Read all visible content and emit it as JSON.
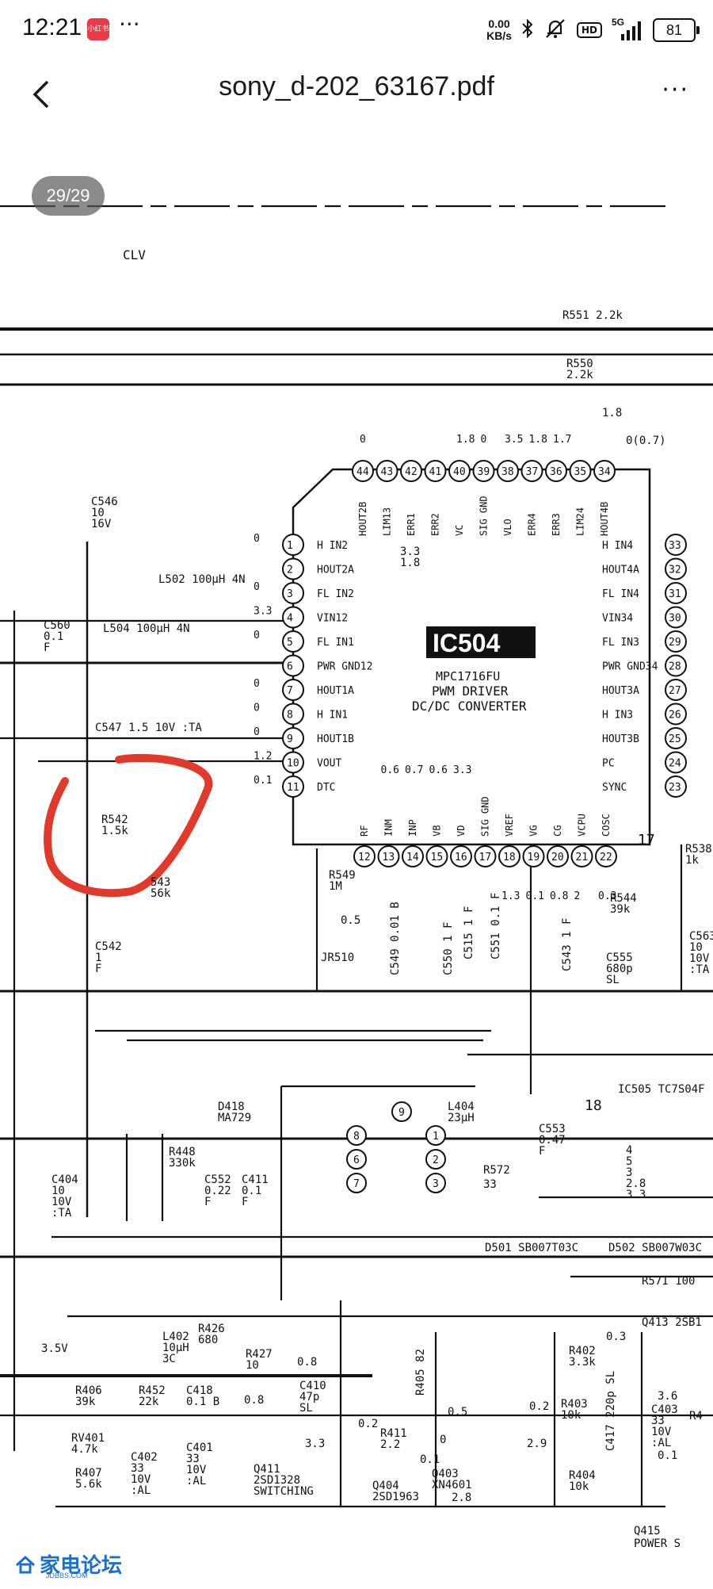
{
  "status_bar": {
    "time": "12:21",
    "app_badge": "小红书",
    "more": "···",
    "net_speed_value": "0.00",
    "net_speed_unit": "KB/s",
    "hd": "HD",
    "network": "5G",
    "battery": "81"
  },
  "header": {
    "title": "sony_d-202_63167.pdf",
    "overflow": "···"
  },
  "page_indicator": "29/29",
  "schematic": {
    "clv": "CLV",
    "ic504_name": "IC504",
    "ic504_part": "MPC1716FU",
    "ic504_desc1": "PWM DRIVER",
    "ic504_desc2": "DC/DC CONVERTER",
    "left_pins": [
      {
        "num": "1",
        "name": "H IN2",
        "v": "0"
      },
      {
        "num": "2",
        "name": "HOUT2A",
        "v": ""
      },
      {
        "num": "3",
        "name": "FL IN2",
        "v": "0"
      },
      {
        "num": "4",
        "name": "VIN12",
        "v": "3.3"
      },
      {
        "num": "5",
        "name": "FL IN1",
        "v": "0"
      },
      {
        "num": "6",
        "name": "PWR GND12",
        "v": ""
      },
      {
        "num": "7",
        "name": "HOUT1A",
        "v": "0"
      },
      {
        "num": "8",
        "name": "H IN1",
        "v": "0"
      },
      {
        "num": "9",
        "name": "HOUT1B",
        "v": "0"
      },
      {
        "num": "10",
        "name": "VOUT",
        "v": "1.2"
      },
      {
        "num": "11",
        "name": "DTC",
        "v": "0.1"
      }
    ],
    "right_pins": [
      {
        "num": "33",
        "name": "H IN4"
      },
      {
        "num": "32",
        "name": "HOUT4A"
      },
      {
        "num": "31",
        "name": "FL IN4"
      },
      {
        "num": "30",
        "name": "VIN34"
      },
      {
        "num": "29",
        "name": "FL IN3"
      },
      {
        "num": "28",
        "name": "PWR GND34"
      },
      {
        "num": "27",
        "name": "HOUT3A"
      },
      {
        "num": "26",
        "name": "H IN3"
      },
      {
        "num": "25",
        "name": "HOUT3B"
      },
      {
        "num": "24",
        "name": "PC"
      },
      {
        "num": "23",
        "name": "SYNC"
      }
    ],
    "top_pins": [
      {
        "num": "44",
        "name": "HOUT2B",
        "v": "0"
      },
      {
        "num": "43",
        "name": "LIM13",
        "v": ""
      },
      {
        "num": "42",
        "name": "ERR1",
        "v": ""
      },
      {
        "num": "41",
        "name": "ERR2",
        "v": ""
      },
      {
        "num": "40",
        "name": "VC",
        "v": "1.8"
      },
      {
        "num": "39",
        "name": "SIG GND",
        "v": "0"
      },
      {
        "num": "38",
        "name": "VLO",
        "v": "3.5"
      },
      {
        "num": "37",
        "name": "ERR4",
        "v": "1.8"
      },
      {
        "num": "36",
        "name": "ERR3",
        "v": "1.7"
      },
      {
        "num": "35",
        "name": "LIM24",
        "v": ""
      },
      {
        "num": "34",
        "name": "HOUT4B",
        "v": ""
      }
    ],
    "bottom_pins": [
      {
        "num": "12",
        "name": "RF",
        "v": ""
      },
      {
        "num": "13",
        "name": "INM",
        "v": "0.6"
      },
      {
        "num": "14",
        "name": "INP",
        "v": "0.7"
      },
      {
        "num": "15",
        "name": "VB",
        "v": "0.6"
      },
      {
        "num": "16",
        "name": "VD",
        "v": "3.3"
      },
      {
        "num": "17",
        "name": "SIG GND",
        "v": ""
      },
      {
        "num": "18",
        "name": "VREF",
        "v": "1.3"
      },
      {
        "num": "19",
        "name": "VG",
        "v": "0.1"
      },
      {
        "num": "20",
        "name": "CG",
        "v": "0.8"
      },
      {
        "num": "21",
        "name": "VCPU",
        "v": "2"
      },
      {
        "num": "22",
        "name": "COSC",
        "v": "0.3"
      }
    ],
    "top_extra_v": [
      "3.3",
      "1.8"
    ],
    "v_0_7": "0(0.7)",
    "v_1_8": "1.8",
    "r551": "R551  2.2k",
    "r550a": "R550",
    "r550b": "2.2k",
    "c546": [
      "C546",
      "10",
      "16V"
    ],
    "l502": "L502  100µH  4N",
    "l504": "L504  100µH  4N",
    "c560": [
      "C560",
      "0.1",
      "F"
    ],
    "c547": "C547  1.5  10V  :TA",
    "r542": [
      "R542",
      "1.5k"
    ],
    "r543": [
      "543",
      "56k"
    ],
    "c542": [
      "C542",
      "1",
      "F"
    ],
    "r549": [
      "R549",
      "1M"
    ],
    "v05": "0.5",
    "jr510": "JR510",
    "c549": "C549  0.01 B",
    "c550": "C550  1 F",
    "c515": "C515  1 F",
    "c551": "C551  0.1 F",
    "c543": "C543  1 F",
    "r544": [
      "R544",
      "39k"
    ],
    "c555": [
      "C555",
      "680p",
      "SL"
    ],
    "r538": [
      "R538",
      "1k"
    ],
    "c563": [
      "C563",
      "10",
      "10V",
      ":TA"
    ],
    "marker17": "17",
    "marker18": "18",
    "d418": [
      "D418",
      "MA729"
    ],
    "r448": [
      "R448",
      "330k"
    ],
    "l404": [
      "L404",
      "23µH"
    ],
    "c404": [
      "C404",
      "10",
      "10V",
      ":TA"
    ],
    "c552": [
      "C552",
      "0.22",
      "F"
    ],
    "c411": [
      "C411",
      "0.1",
      "F"
    ],
    "transformer_pins": [
      "9",
      "8",
      "1",
      "6",
      "2",
      "7",
      "3"
    ],
    "r572": [
      "R572",
      "33"
    ],
    "c553": [
      "C553",
      "0.47",
      "F"
    ],
    "ic505": "IC505  TC7S04F",
    "ic505_pins": [
      "4",
      "5",
      "3",
      "2.8",
      "3.3"
    ],
    "d501": "D501  SB007T03C",
    "d502": "D502  SB007W03C",
    "r571": "R571  100",
    "q413": "Q413  2SB1",
    "v_3_5v": "3.5V",
    "l402": [
      "L402",
      "10µH",
      "3C"
    ],
    "r426": [
      "R426",
      "680"
    ],
    "r427": [
      "R427",
      "10"
    ],
    "v08a": "0.8",
    "v08b": "0.8",
    "c410": [
      "C410",
      "47p",
      "SL"
    ],
    "r406": [
      "R406",
      "39k"
    ],
    "r452": [
      "R452",
      "22k"
    ],
    "c418": [
      "C418",
      "0.1 B"
    ],
    "rv401": [
      "RV401",
      "4.7k"
    ],
    "r407": [
      "R407",
      "5.6k"
    ],
    "c402": [
      "C402",
      "33",
      "10V",
      ":AL"
    ],
    "c401": [
      "C401",
      "33",
      "10V",
      ":AL"
    ],
    "q411": [
      "Q411",
      "2SD1328",
      "SWITCHING"
    ],
    "v33": "3.3",
    "v02": "0.2",
    "r411": [
      "R411",
      "2.2"
    ],
    "q404": [
      "Q404",
      "2SD1963"
    ],
    "r405": "R405  82",
    "v05b": "0.5",
    "v0": "0",
    "v01": "0.1",
    "q403": [
      "Q403",
      "XN4601"
    ],
    "v28": "2.8",
    "v02b": "0.2",
    "v29": "2.9",
    "r402": [
      "R402",
      "3.3k"
    ],
    "r403": [
      "R403",
      "10k"
    ],
    "c417": "C417  220p  SL",
    "r404": [
      "R404",
      "10k"
    ],
    "v03": "0.3",
    "v36": "3.6",
    "c403": [
      "C403",
      "33",
      "10V",
      ":AL"
    ],
    "r4x": "R4",
    "v01b": "0.1",
    "q415": [
      "Q415",
      "POWER S"
    ]
  },
  "watermark": {
    "main": "家电论坛",
    "sub": "JDBBS.COM"
  },
  "colors": {
    "ink": "#111111",
    "annotation": "#e03a2a",
    "pill_bg": "#5a5a5a",
    "watermark": "#1a6fd0"
  }
}
